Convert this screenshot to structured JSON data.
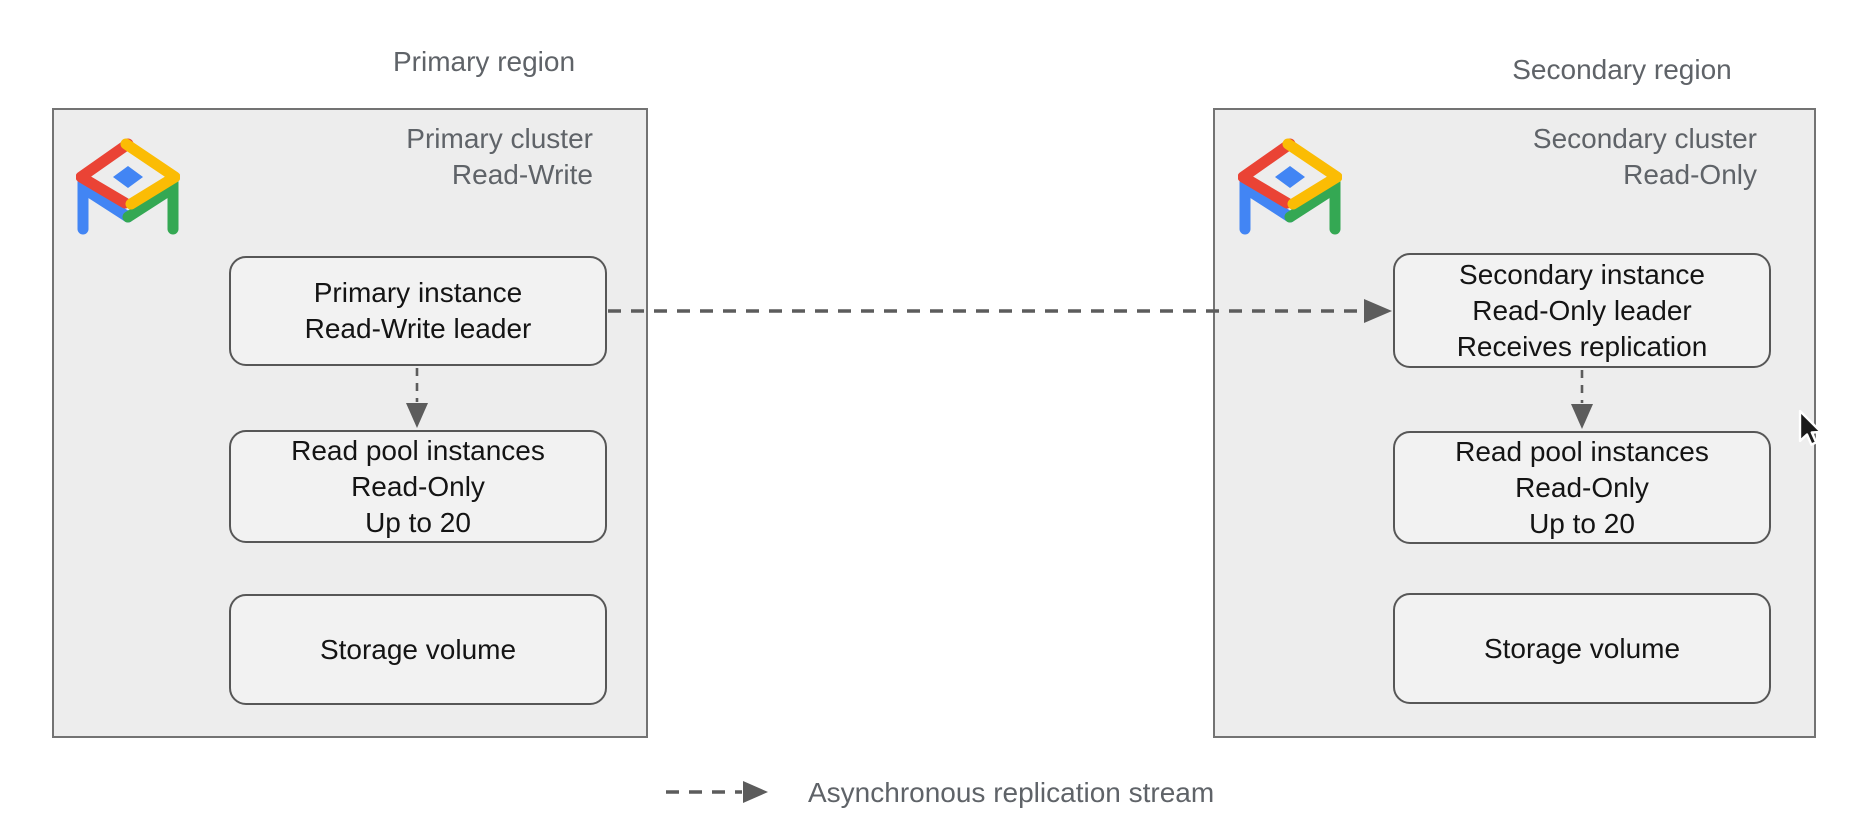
{
  "colors": {
    "google_red": "#EA4335",
    "google_yellow": "#FBBC04",
    "google_green": "#34A853",
    "google_blue": "#4285F4",
    "muted_text": "#5f6368",
    "box_text": "#141414",
    "arrow": "#5c5c5c",
    "cluster_bg": "#ededed",
    "box_bg": "#f2f2f2"
  },
  "primary": {
    "region_label": "Primary region",
    "cluster_title": [
      "Primary cluster",
      "Read-Write"
    ],
    "instance_box": [
      "Primary instance",
      "Read-Write leader"
    ],
    "read_pool_box": [
      "Read pool instances",
      "Read-Only",
      "Up to 20"
    ],
    "storage_box": [
      "Storage volume"
    ]
  },
  "secondary": {
    "region_label": "Secondary region",
    "cluster_title": [
      "Secondary cluster",
      "Read-Only"
    ],
    "instance_box": [
      "Secondary instance",
      "Read-Only leader",
      "Receives replication"
    ],
    "read_pool_box": [
      "Read pool instances",
      "Read-Only",
      "Up to 20"
    ],
    "storage_box": [
      "Storage volume"
    ]
  },
  "legend": {
    "label": "Asynchronous replication stream"
  },
  "icons": {
    "cluster_logo": "alloydb-logo",
    "pointer": "mouse-arrow-cursor"
  }
}
